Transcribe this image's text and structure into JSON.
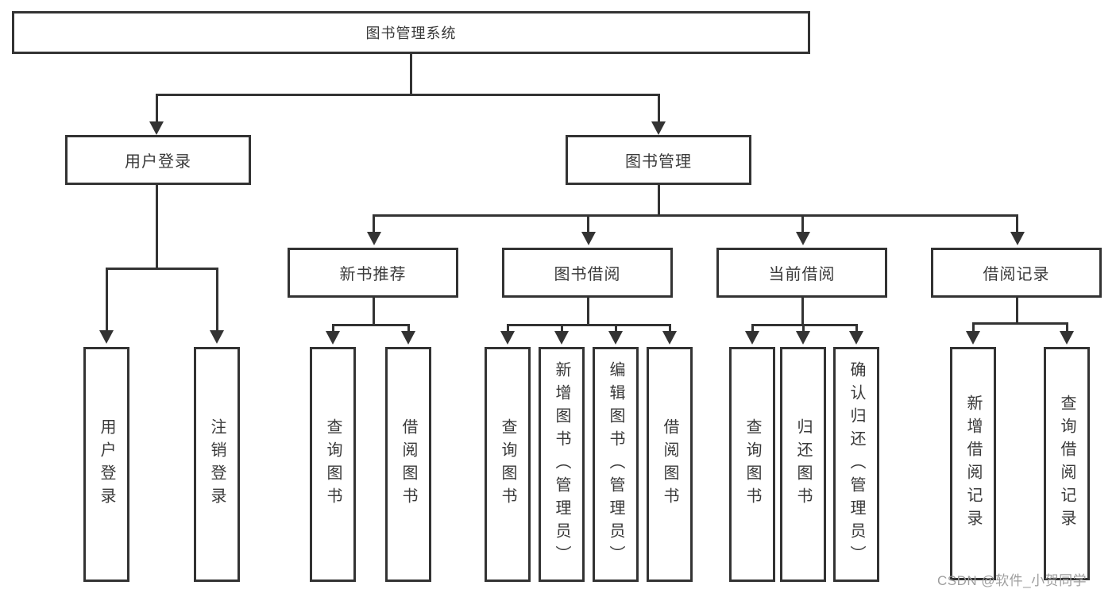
{
  "diagram": {
    "root": {
      "label": "图书管理系统"
    },
    "branches": [
      {
        "label": "用户登录",
        "children": [
          {
            "label": "用户登录"
          },
          {
            "label": "注销登录"
          }
        ]
      },
      {
        "label": "图书管理",
        "children": [
          {
            "label": "新书推荐",
            "children": [
              {
                "label": "查询图书"
              },
              {
                "label": "借阅图书"
              }
            ]
          },
          {
            "label": "图书借阅",
            "children": [
              {
                "label": "查询图书"
              },
              {
                "label": "新增图书（管理员）"
              },
              {
                "label": "编辑图书（管理员）"
              },
              {
                "label": "借阅图书"
              }
            ]
          },
          {
            "label": "当前借阅",
            "children": [
              {
                "label": "查询图书"
              },
              {
                "label": "归还图书"
              },
              {
                "label": "确认归还（管理员）"
              }
            ]
          },
          {
            "label": "借阅记录",
            "children": [
              {
                "label": "新增借阅记录"
              },
              {
                "label": "查询借阅记录"
              }
            ]
          }
        ]
      }
    ]
  },
  "watermark": {
    "text": "CSDN @软件_小贺同学"
  },
  "colors": {
    "line": "#333333",
    "node_text": "#3a3a3a",
    "watermark": "#9e9e9e",
    "background": "#ffffff"
  }
}
